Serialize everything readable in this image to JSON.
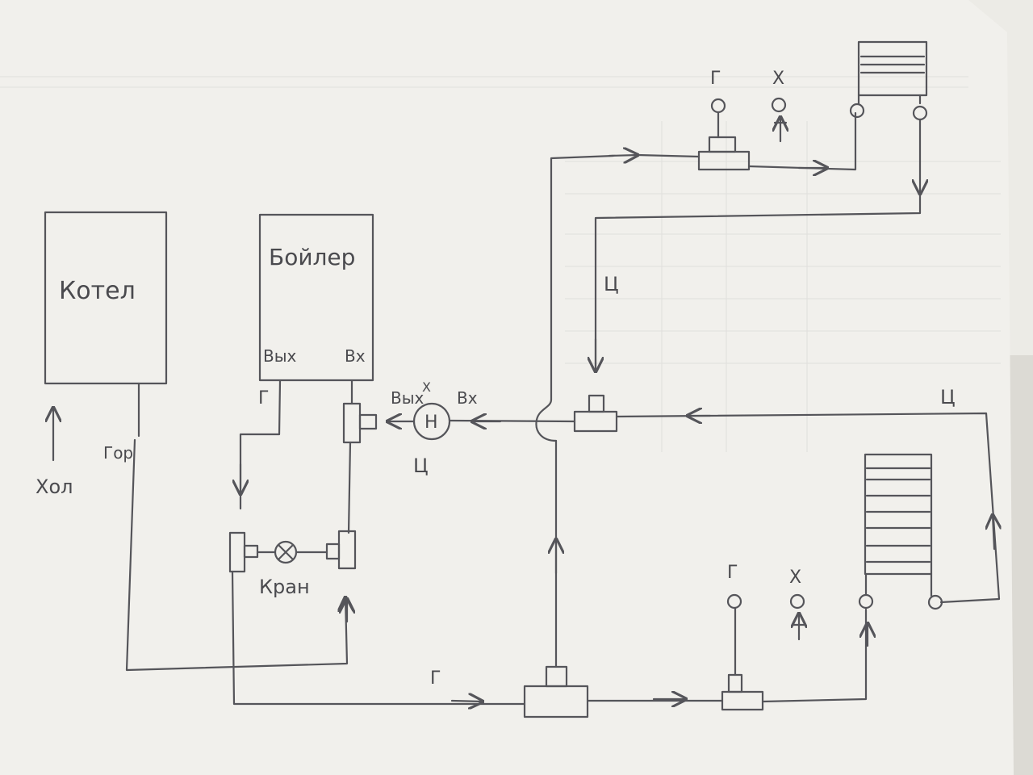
{
  "labels": {
    "kotel": "Котел",
    "boiler": "Бойлер",
    "boiler_out": "Вых",
    "boiler_in": "Вх",
    "hot": "Гор",
    "cold": "Хол",
    "g_boiler": "Г",
    "pump": "Н",
    "pump_out": "Вых",
    "pump_in": "Вх",
    "pump_c": "Ц",
    "valve": "Кран",
    "g_bottom": "Г",
    "c_top": "Ц",
    "c_right": "Ц",
    "g_top_fixture": "Г",
    "x_top_fixture": "Х",
    "g_bottom_fixture": "Г",
    "x_bottom_fixture": "Х",
    "x_near_pump": "Х"
  },
  "colors": {
    "paper": "#f1f0ec",
    "pencil": "#55555a",
    "grid": "#d6d5d2",
    "background": "#9a9894"
  }
}
